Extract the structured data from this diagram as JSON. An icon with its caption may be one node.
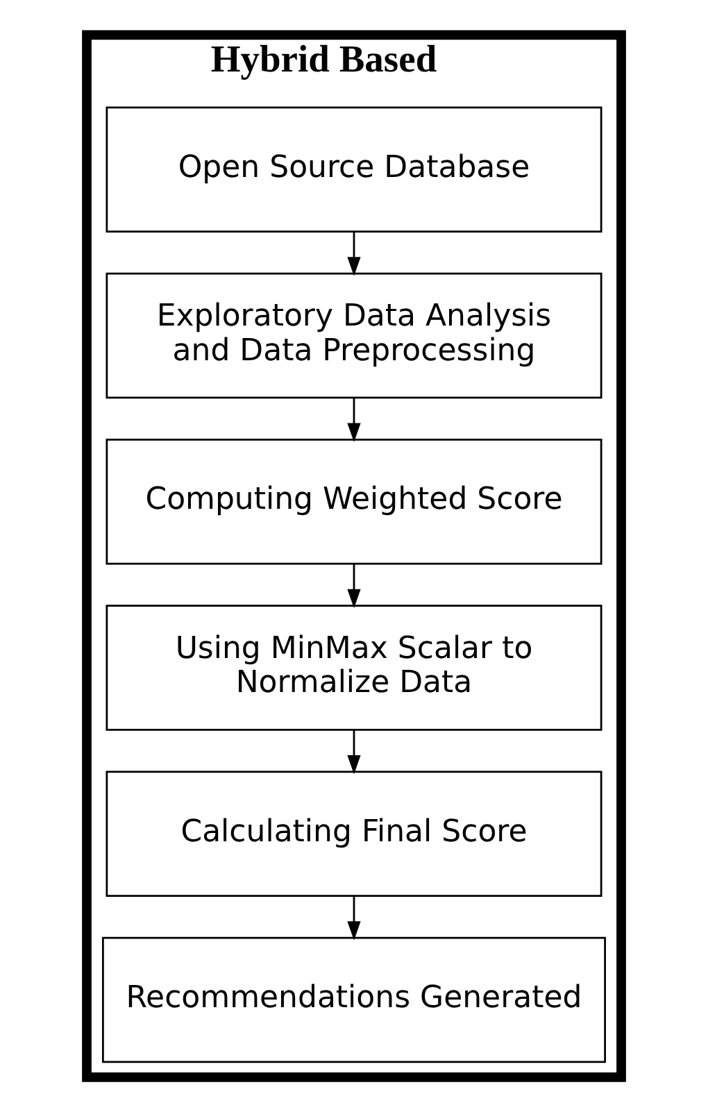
{
  "diagram": {
    "nodes": [
      {
        "text": [
          "Hybrid Based"
        ]
      },
      {
        "text": [
          "Open Source Database"
        ],
        "in": 0
      },
      {
        "text": [
          "Exploratory Data Analysis and Data Preprocessing"
        ],
        "in": 0
      },
      {
        "text": [
          "Computing Weighted Score"
        ],
        "in": 0
      },
      {
        "text": [
          "Using MinMax Scalar to Normalize Data"
        ],
        "in": 0
      },
      {
        "text": [
          "Calculating Final Score"
        ],
        "in": 0
      },
      {
        "text": [
          "Recommendations Generated"
        ],
        "in": 0
      }
    ],
    "edges": [
      {
        "from": 1,
        "to": 2,
        "arrow": "to"
      },
      {
        "from": 2,
        "to": 3,
        "arrow": "to"
      },
      {
        "from": 3,
        "to": 4,
        "arrow": "to"
      },
      {
        "from": 4,
        "to": 5,
        "arrow": "to"
      },
      {
        "from": 5,
        "to": 6,
        "arrow": "to"
      }
    ]
  }
}
